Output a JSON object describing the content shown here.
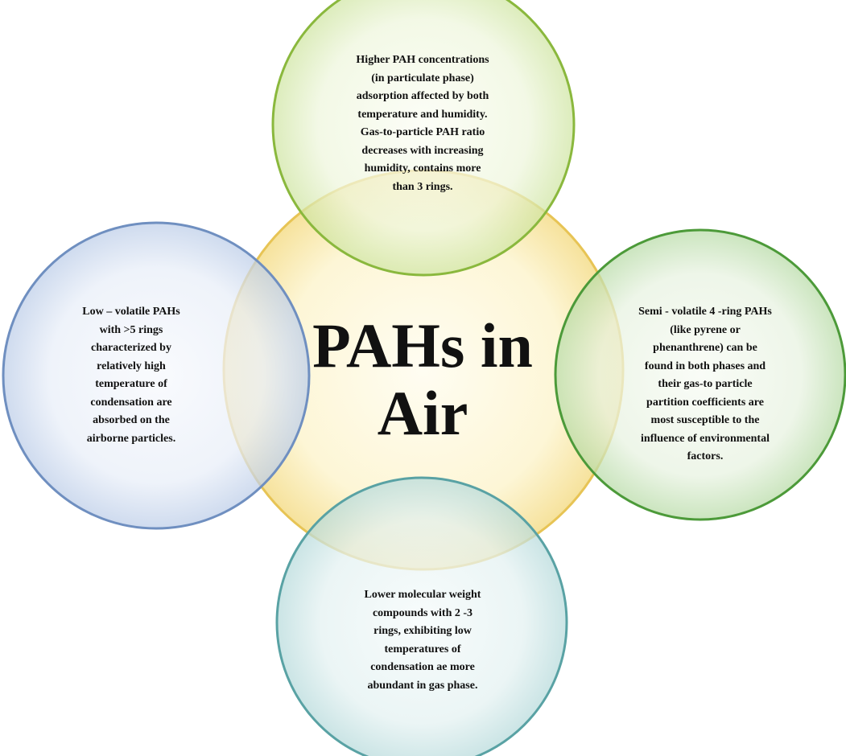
{
  "center": {
    "title": "PAHs in\nAir",
    "color": "#f5d77a"
  },
  "circles": {
    "top": {
      "text": "Higher PAH concentrations\n(in particulate phase)\nadsorption affected by both\ntemperature and humidity.\nGas-to-particle PAH ratio\ndecreases with increasing\nhumidity, contains more\nthan 3 rings.",
      "color": "#9cc44e"
    },
    "left": {
      "text": "Low – volatile PAHs\nwith >5 rings\ncharacterized by\nrelatively high\ntemperature of\ncondensation are\nabsorbed on the\nairborne particles.",
      "color": "#7f9fcc"
    },
    "right": {
      "text": "Semi - volatile 4 -ring PAHs\n(like pyrene or\nphenanthrene) can be\nfound in both phases and\ntheir gas-to particle\npartition coefficients are\nmost susceptible to the\ninfluence of environmental\nfactors.",
      "color": "#5da845"
    },
    "bottom": {
      "text": "Lower molecular weight\ncompounds with 2   -3\nrings, exhibiting low\ntemperatures of\ncondensation ae more\nabundant in gas phase.",
      "color": "#6aaeb0"
    }
  }
}
